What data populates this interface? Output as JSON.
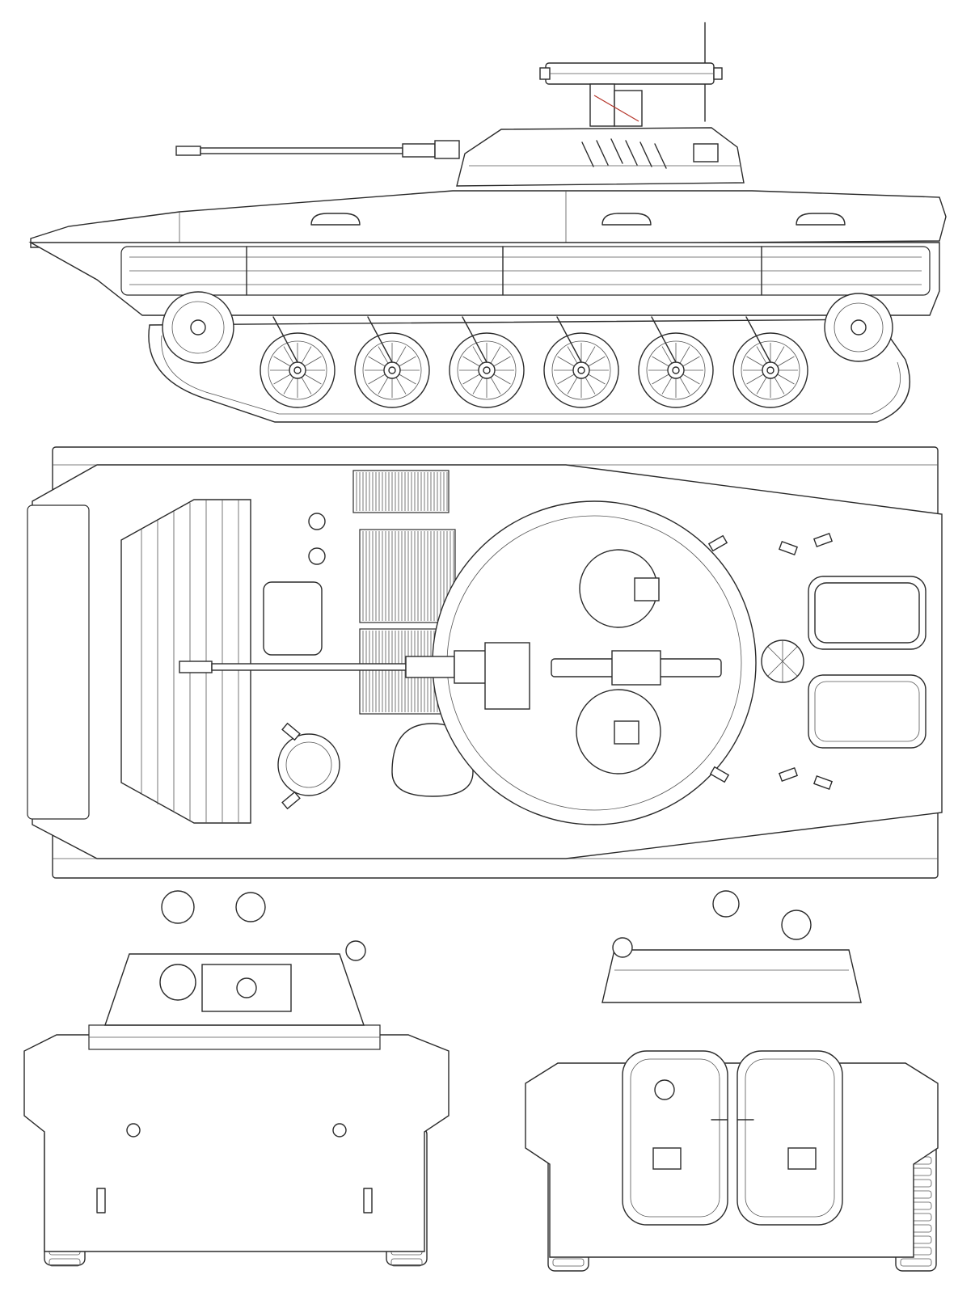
{
  "drawing": {
    "colors": {
      "paper": "#ffffff",
      "linework": "#2b2b2b",
      "fine_linework": "#555555",
      "accent_detail": "#b5352a"
    },
    "views": [
      {
        "id": "side",
        "road_wheels": 6,
        "icon": "side-view-icon"
      },
      {
        "id": "top",
        "icon": "top-view-icon"
      },
      {
        "id": "front",
        "icon": "front-view-icon"
      },
      {
        "id": "rear",
        "icon": "rear-view-icon"
      }
    ]
  }
}
